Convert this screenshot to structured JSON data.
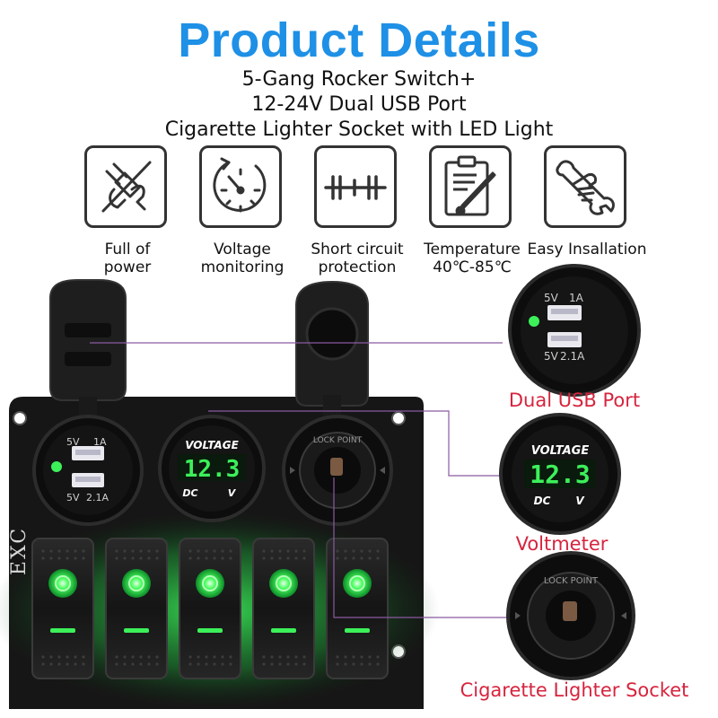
{
  "header": {
    "title": "Product Details",
    "subtitle_lines": [
      "5-Gang Rocker Switch+",
      "12-24V Dual USB Port",
      "Cigarette Lighter Socket with LED Light"
    ]
  },
  "features": [
    {
      "icon": "power-plug-icon",
      "label_lines": [
        "Full of",
        "power"
      ]
    },
    {
      "icon": "gauge-icon",
      "label_lines": [
        "Voltage",
        "monitoring"
      ]
    },
    {
      "icon": "circuit-icon",
      "label_lines": [
        "Short circuit",
        "protection"
      ]
    },
    {
      "icon": "thermometer-clipboard-icon",
      "label_lines": [
        "Temperature",
        "40℃-85℃"
      ]
    },
    {
      "icon": "wrench-hand-icon",
      "label_lines": [
        "Easy Insallation"
      ]
    }
  ],
  "panel": {
    "brand_mark": "EXC",
    "usb_port": {
      "left_top": "5V",
      "right_top": "1A",
      "left_bottom": "5V",
      "right_bottom": "2.1A"
    },
    "voltmeter": {
      "title": "VOLTAGE",
      "reading": "12.3",
      "unit_left": "DC",
      "unit_right": "V"
    },
    "lighter_socket": {
      "ring_text": "LOCK POINT"
    },
    "switch_count": 5
  },
  "callouts": {
    "usb": {
      "label": "Dual USB Port",
      "port_top_left": "5V",
      "port_top_right": "1A",
      "port_bottom_left": "5V",
      "port_bottom_right": "2.1A"
    },
    "voltmeter": {
      "label": "Voltmeter",
      "title": "VOLTAGE",
      "reading": "12.3",
      "unit_left": "DC",
      "unit_right": "V"
    },
    "socket": {
      "label": "Cigarette Lighter Socket",
      "ring_text": "LOCK POINT"
    }
  },
  "colors": {
    "title_blue": "#1e90e6",
    "callout_red": "#d6243e",
    "led_green": "#3cf05a",
    "panel_black": "#161616",
    "leader_line": "#8a5aa0"
  }
}
